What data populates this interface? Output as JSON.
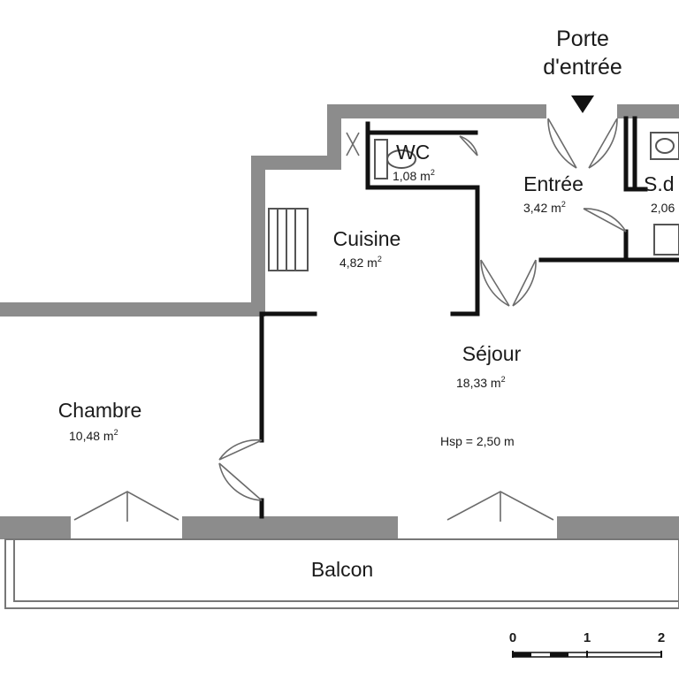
{
  "entrance": {
    "line1": "Porte",
    "line2": "d'entrée"
  },
  "rooms": {
    "wc": {
      "name": "WC",
      "area": "1,08 m"
    },
    "entree": {
      "name": "Entrée",
      "area": "3,42 m"
    },
    "sdb": {
      "name": "S.d",
      "area": "2,06"
    },
    "cuisine": {
      "name": "Cuisine",
      "area": "4,82 m"
    },
    "sejour": {
      "name": "Séjour",
      "area": "18,33 m"
    },
    "chambre": {
      "name": "Chambre",
      "area": "10,48 m"
    },
    "balcon": {
      "name": "Balcon"
    }
  },
  "area_unit_superscript": "2",
  "ceiling_height": "Hsp = 2,50 m",
  "scale": {
    "ticks": [
      "0",
      "1",
      "2"
    ]
  },
  "colors": {
    "wall": "#8c8c8c",
    "ink": "#111111",
    "door": "#6b6b6b"
  }
}
